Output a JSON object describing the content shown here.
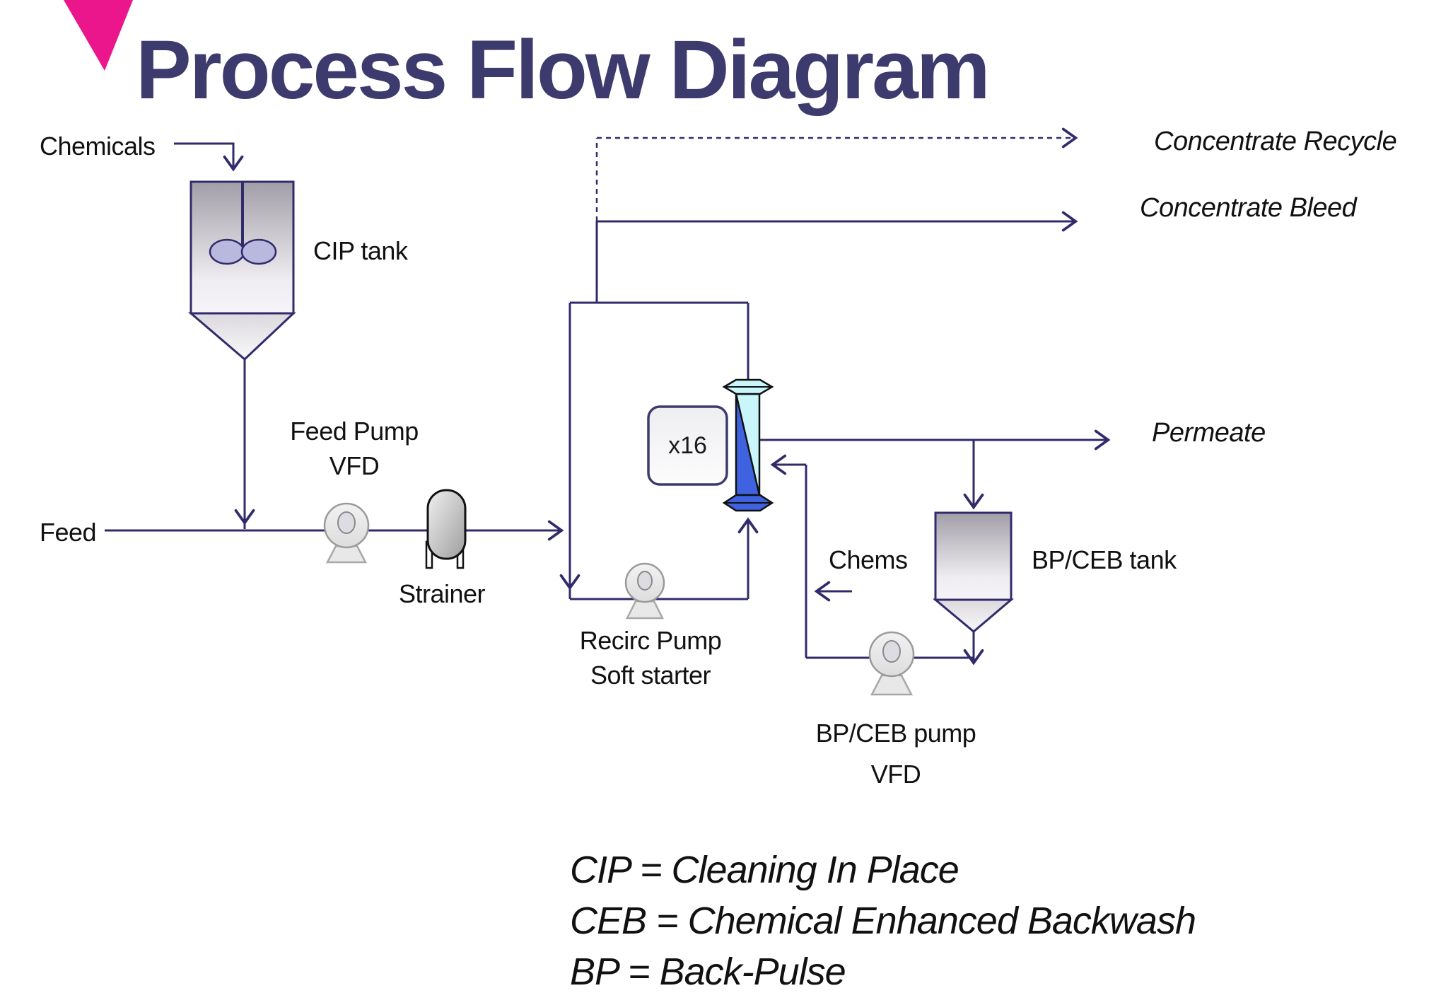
{
  "title": "Process Flow Diagram",
  "colors": {
    "accent_pink": "#ec168c",
    "title_navy": "#3d3a6d",
    "line_navy": "#312b6b",
    "membrane_blue": "#3e62e0",
    "membrane_cyan": "#c9f6fa",
    "impeller_lavender": "#b9b8de"
  },
  "labels": {
    "chemicals": "Chemicals",
    "cip_tank": "CIP tank",
    "feed_pump_line1": "Feed Pump",
    "feed_pump_line2": "VFD",
    "feed": "Feed",
    "strainer": "Strainer",
    "recirc_line1": "Recirc Pump",
    "recirc_line2": "Soft starter",
    "module_count": "x16",
    "concentrate_recycle": "Concentrate Recycle",
    "concentrate_bleed": "Concentrate Bleed",
    "permeate": "Permeate",
    "chems": "Chems",
    "bpceb_tank": "BP/CEB tank",
    "bpceb_pump_line1": "BP/CEB pump",
    "bpceb_pump_line2": "VFD"
  },
  "legend": {
    "line1": "CIP = Cleaning In Place",
    "line2": "CEB = Chemical Enhanced Backwash",
    "line3": "BP = Back-Pulse"
  }
}
